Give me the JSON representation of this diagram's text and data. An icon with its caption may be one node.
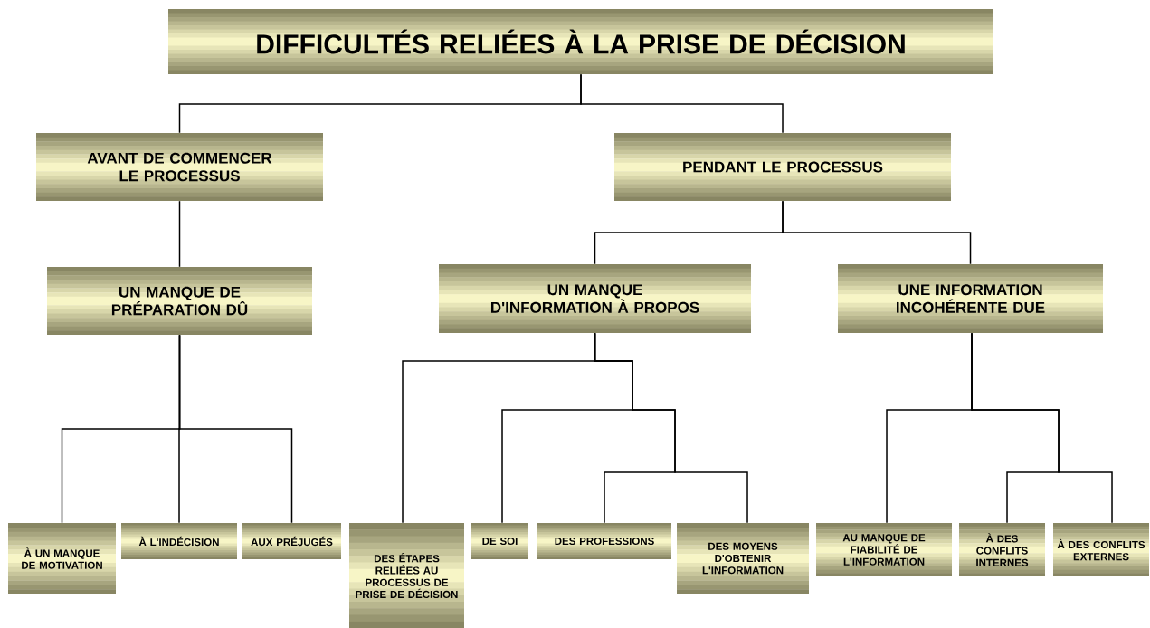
{
  "diagram": {
    "nodes": [
      {
        "text": [
          "DIFFICULTÉS RELIÉES À LA PRISE DE DÉCISION"
        ]
      },
      {
        "text": [
          "AVANT DE COMMENCER LE PROCESSUS"
        ]
      },
      {
        "text": [
          "PENDANT LE PROCESSUS"
        ]
      },
      {
        "text": [
          "UN MANQUE DE PRÉPARATION DÛ"
        ]
      },
      {
        "text": [
          "UN MANQUE D'INFORMATION À PROPOS"
        ]
      },
      {
        "text": [
          "UNE INFORMATION INCOHÉRENTE DUE"
        ]
      },
      {
        "text": [
          "À UN MANQUE DE MOTIVATION"
        ]
      },
      {
        "text": [
          "À L'INDÉCISION"
        ]
      },
      {
        "text": [
          "AUX PRÉJUGÉS"
        ]
      },
      {
        "text": [
          "DES ÉTAPES RELIÉES AU PROCESSUS DE PRISE DE DÉCISION"
        ]
      },
      {
        "text": [
          "DE SOI"
        ]
      },
      {
        "text": [
          "DES PROFESSIONS"
        ]
      },
      {
        "text": [
          "DES MOYENS D'OBTENIR L'INFORMATION"
        ]
      },
      {
        "text": [
          "AU MANQUE DE FIABILITÉ DE L'INFORMATION"
        ]
      },
      {
        "text": [
          "À DES CONFLITS INTERNES"
        ]
      },
      {
        "text": [
          "À DES CONFLITS EXTERNES"
        ]
      }
    ],
    "edges": [
      {
        "from": 0,
        "to": 1,
        "arrow": "none"
      },
      {
        "from": 0,
        "to": 2,
        "arrow": "none"
      },
      {
        "from": 1,
        "to": 3,
        "arrow": "none"
      },
      {
        "from": 2,
        "to": 4,
        "arrow": "none"
      },
      {
        "from": 2,
        "to": 5,
        "arrow": "none"
      },
      {
        "from": 3,
        "to": 6,
        "arrow": "none"
      },
      {
        "from": 3,
        "to": 7,
        "arrow": "none"
      },
      {
        "from": 3,
        "to": 8,
        "arrow": "none"
      },
      {
        "from": 4,
        "to": 9,
        "arrow": "none"
      },
      {
        "from": 4,
        "to": 10,
        "arrow": "none"
      },
      {
        "from": 4,
        "to": 11,
        "arrow": "none"
      },
      {
        "from": 4,
        "to": 12,
        "arrow": "none"
      },
      {
        "from": 5,
        "to": 13,
        "arrow": "none"
      },
      {
        "from": 5,
        "to": 14,
        "arrow": "none"
      },
      {
        "from": 5,
        "to": 15,
        "arrow": "none"
      }
    ]
  }
}
